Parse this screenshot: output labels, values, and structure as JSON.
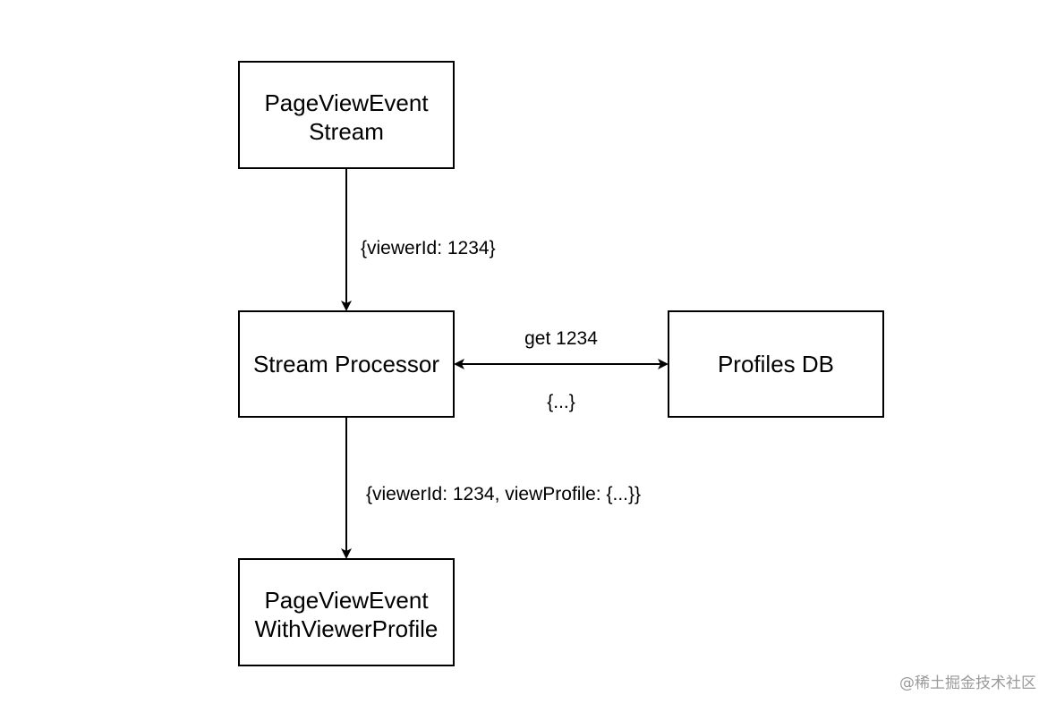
{
  "nodes": {
    "page_view_event_stream": {
      "lines": [
        "PageViewEvent",
        "Stream"
      ]
    },
    "stream_processor": {
      "lines": [
        "Stream Processor"
      ]
    },
    "profiles_db": {
      "lines": [
        "Profiles DB"
      ]
    },
    "page_view_event_with_viewer_profile": {
      "lines": [
        "PageViewEvent",
        "WithViewerProfile"
      ]
    }
  },
  "edges": {
    "stream_to_processor": "{viewerId: 1234}",
    "processor_request": "get 1234",
    "db_response": "{...}",
    "processor_to_output": "{viewerId: 1234, viewProfile: {...}}"
  },
  "watermark": "@稀土掘金技术社区"
}
